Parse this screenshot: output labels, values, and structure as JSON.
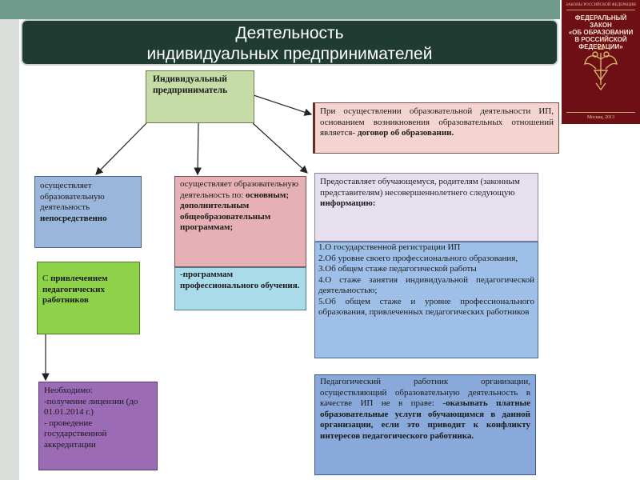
{
  "title": {
    "line1": "Деятельность",
    "line2": "индивидуальных предпринимателей"
  },
  "book": {
    "subtitle": "ЗАКОНЫ РОССИЙСКОЙ ФЕДЕРАЦИИ",
    "line1": "ФЕДЕРАЛЬНЫЙ ЗАКОН",
    "line2": "«ОБ ОБРАЗОВАНИИ",
    "line3": "В РОССИЙСКОЙ",
    "line4": "ФЕДЕРАЦИИ»",
    "year": "Москва, 2013",
    "color": "#6e0f16",
    "emblem": "double-headed-eagle-icon"
  },
  "ip_box": {
    "line1": "Индивидуальный",
    "line2": "предприниматель"
  },
  "contract_box": {
    "text": "При осуществлении образовательной деятельности ИП, основанием возникновения образовательных отношений является-",
    "bold": "договор об образовании."
  },
  "direct_box": {
    "text": "осуществляет образовательную деятельность",
    "bold": "непосредственно"
  },
  "programs_box": {
    "text": "осуществляет образовательную деятельность по:",
    "bold": "основным; дополнительным общеобразовательным программам;"
  },
  "prof_box": {
    "bold": "-программам профессионального обучения."
  },
  "provides_box": {
    "text": "Предоставляет обучающемуся, родителям (законным представителям) несовершеннолетнего следующую",
    "bold": "информацию:"
  },
  "info_items": [
    "1.О государственной регистрации ИП",
    "2.Об уровне своего профессионального образования,",
    "3.Об общем стаже педагогической работы",
    "4.О стаже занятия индивидуальной педагогической деятельностью;",
    "5.Об общем стаже и уровне профессионального образования, привлеченных педагогических работников"
  ],
  "attract_box": {
    "text": "С",
    "bold": "привлечением педагогических работников"
  },
  "required_box": {
    "line1": "Необходимо:",
    "line2": "-получение лицензии (до 01.01.2014 г.)",
    "line3": "- проведение государственной аккредитации"
  },
  "rights_box": {
    "text": "Педагогический работник организации, осуществляющий образовательную деятельность в качестве ИП не в праве:",
    "bold": "-оказывать платные образовательные услуги обучающимся в данной организации, если это приводит к конфликту интересов педагогического работника."
  }
}
